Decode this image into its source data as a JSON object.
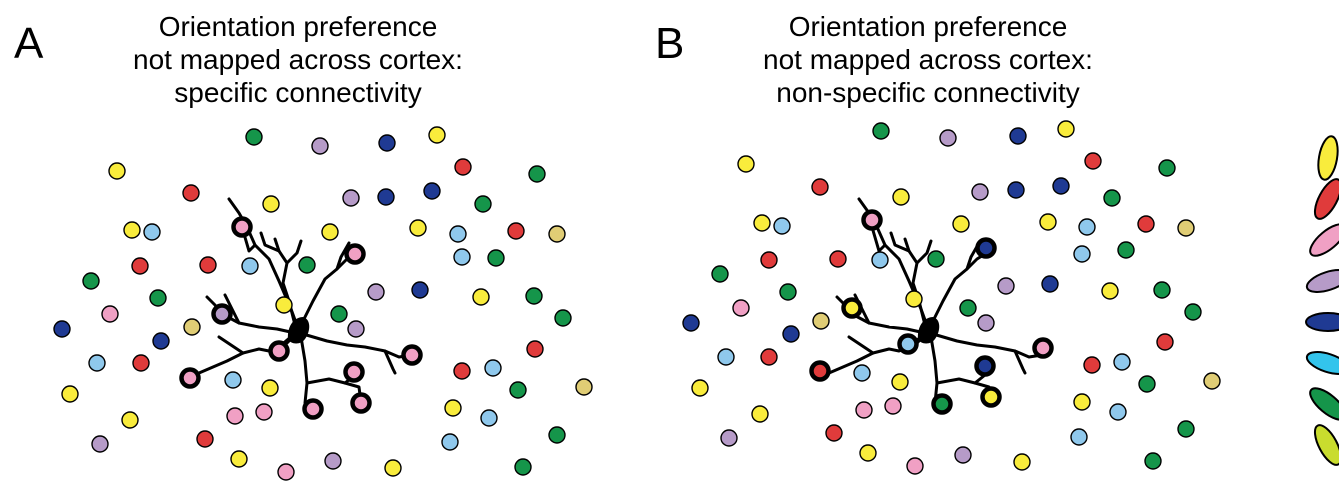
{
  "panels": [
    {
      "letter": "A",
      "title_lines": [
        "Orientation preference",
        "not mapped across cortex:",
        "specific connectivity"
      ]
    },
    {
      "letter": "B",
      "title_lines": [
        "Orientation preference",
        "not mapped across cortex:",
        "non-specific connectivity"
      ]
    }
  ],
  "colors": {
    "yellow": "#f9ec3c",
    "green": "#15954a",
    "lavender": "#b69bc8",
    "navy": "#1f3a93",
    "red": "#e03b3b",
    "skyblue": "#8fc8ec",
    "pink": "#f0a0c4",
    "tan": "#e0cd75",
    "cyan": "#33c4ec",
    "lime": "#c9dc2e",
    "outline": "#000000"
  },
  "legend_orientations": [
    "yellow",
    "red",
    "pink",
    "lavender",
    "navy",
    "cyan",
    "green",
    "lime"
  ]
}
